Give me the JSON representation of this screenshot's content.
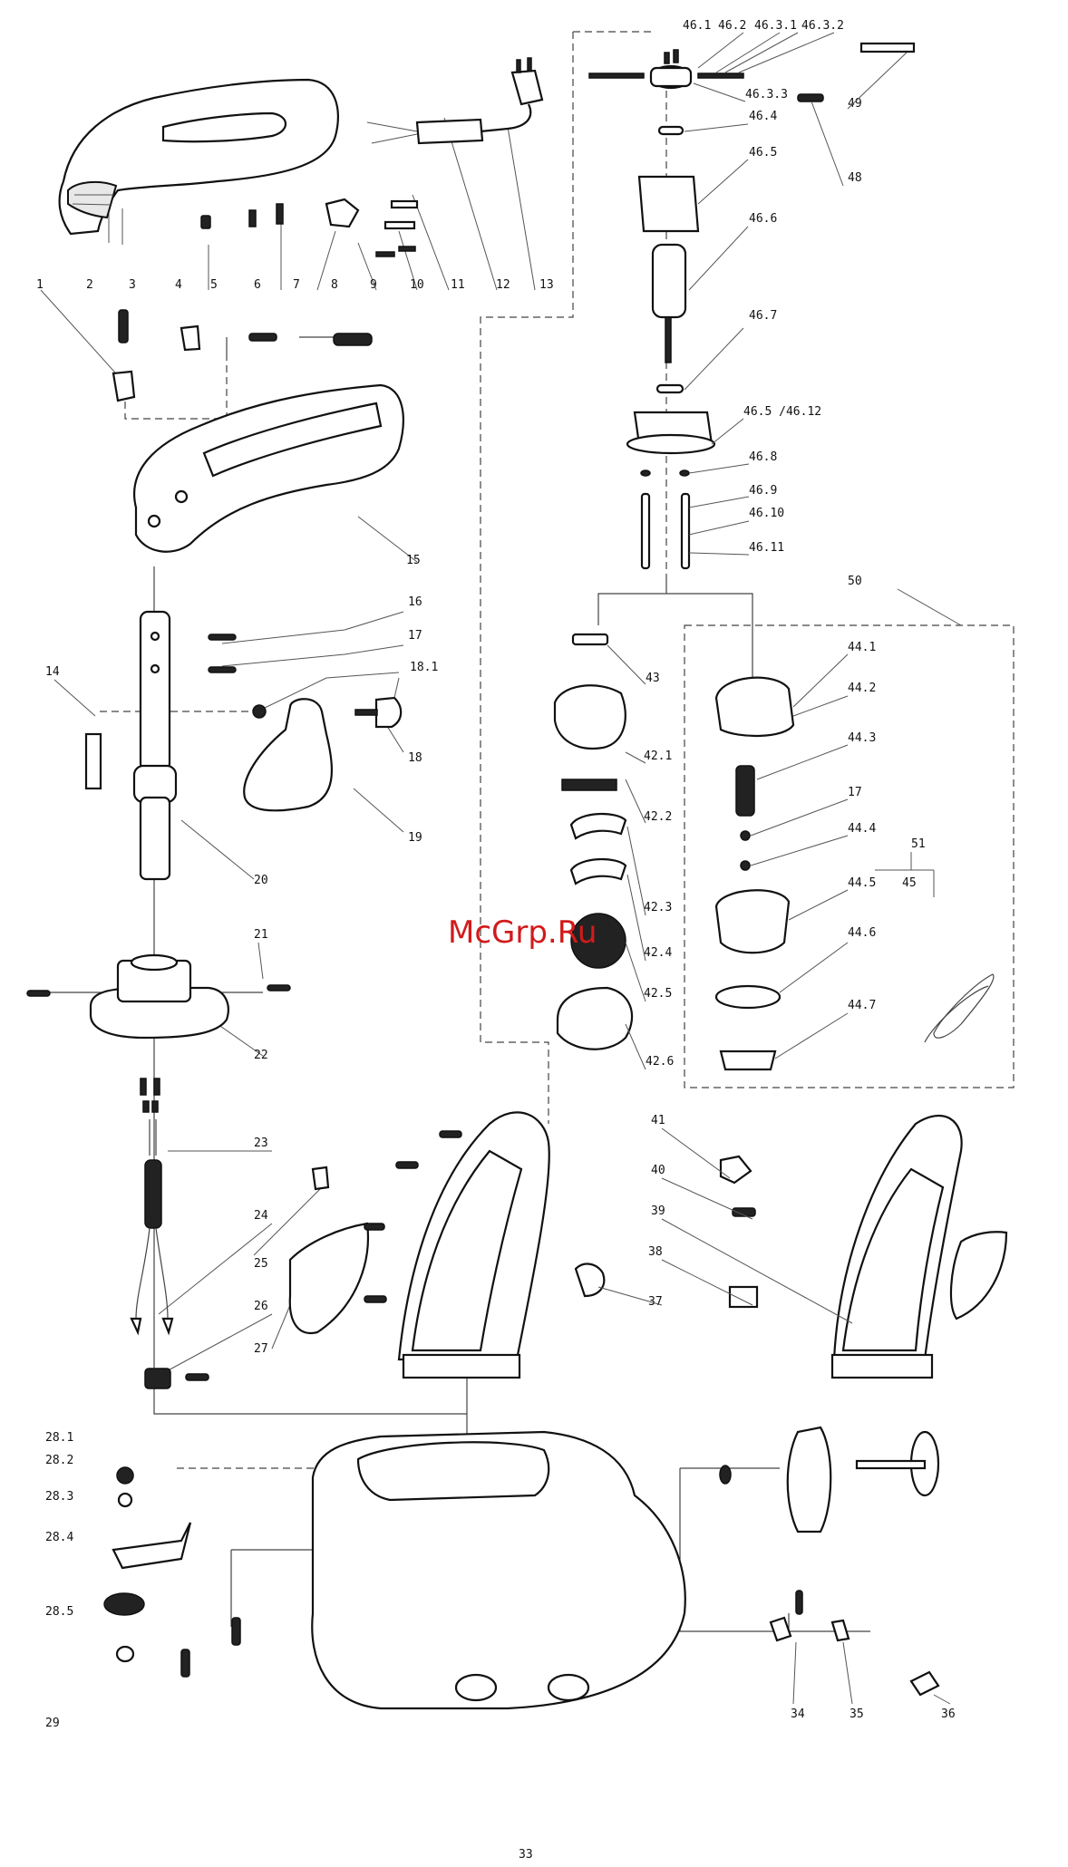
{
  "watermark": "McGrp.Ru",
  "labels": [
    {
      "id": "1",
      "text": "1"
    },
    {
      "id": "2",
      "text": "2"
    },
    {
      "id": "3",
      "text": "3"
    },
    {
      "id": "4",
      "text": "4"
    },
    {
      "id": "5",
      "text": "5"
    },
    {
      "id": "6",
      "text": "6"
    },
    {
      "id": "7",
      "text": "7"
    },
    {
      "id": "8",
      "text": "8"
    },
    {
      "id": "9",
      "text": "9"
    },
    {
      "id": "10",
      "text": "10"
    },
    {
      "id": "11",
      "text": "11"
    },
    {
      "id": "12",
      "text": "12"
    },
    {
      "id": "13",
      "text": "13"
    },
    {
      "id": "14",
      "text": "14"
    },
    {
      "id": "15",
      "text": "15"
    },
    {
      "id": "16",
      "text": "16"
    },
    {
      "id": "17",
      "text": "17"
    },
    {
      "id": "18.1",
      "text": "18.1"
    },
    {
      "id": "18",
      "text": "18"
    },
    {
      "id": "19",
      "text": "19"
    },
    {
      "id": "20",
      "text": "20"
    },
    {
      "id": "21",
      "text": "21"
    },
    {
      "id": "22",
      "text": "22"
    },
    {
      "id": "23",
      "text": "23"
    },
    {
      "id": "24",
      "text": "24"
    },
    {
      "id": "25",
      "text": "25"
    },
    {
      "id": "26",
      "text": "26"
    },
    {
      "id": "27",
      "text": "27"
    },
    {
      "id": "28.1",
      "text": "28.1"
    },
    {
      "id": "28.2",
      "text": "28.2"
    },
    {
      "id": "28.3",
      "text": "28.3"
    },
    {
      "id": "28.4",
      "text": "28.4"
    },
    {
      "id": "28.5",
      "text": "28.5"
    },
    {
      "id": "29",
      "text": "29"
    },
    {
      "id": "33",
      "text": "33"
    },
    {
      "id": "34",
      "text": "34"
    },
    {
      "id": "35",
      "text": "35"
    },
    {
      "id": "36",
      "text": "36"
    },
    {
      "id": "37",
      "text": "37"
    },
    {
      "id": "38",
      "text": "38"
    },
    {
      "id": "39",
      "text": "39"
    },
    {
      "id": "40",
      "text": "40"
    },
    {
      "id": "41",
      "text": "41"
    },
    {
      "id": "42.1",
      "text": "42.1"
    },
    {
      "id": "42.2",
      "text": "42.2"
    },
    {
      "id": "42.3",
      "text": "42.3"
    },
    {
      "id": "42.4",
      "text": "42.4"
    },
    {
      "id": "42.5",
      "text": "42.5"
    },
    {
      "id": "42.6",
      "text": "42.6"
    },
    {
      "id": "43",
      "text": "43"
    },
    {
      "id": "44.1",
      "text": "44.1"
    },
    {
      "id": "44.2",
      "text": "44.2"
    },
    {
      "id": "44.3",
      "text": "44.3"
    },
    {
      "id": "17b",
      "text": "17"
    },
    {
      "id": "44.4",
      "text": "44.4"
    },
    {
      "id": "44.5",
      "text": "44.5"
    },
    {
      "id": "45",
      "text": "45"
    },
    {
      "id": "44.6",
      "text": "44.6"
    },
    {
      "id": "44.7",
      "text": "44.7"
    },
    {
      "id": "50",
      "text": "50"
    },
    {
      "id": "51",
      "text": "51"
    },
    {
      "id": "46.1",
      "text": "46.1"
    },
    {
      "id": "46.2",
      "text": "46.2"
    },
    {
      "id": "46.3.1",
      "text": "46.3.1"
    },
    {
      "id": "46.3.2",
      "text": "46.3.2"
    },
    {
      "id": "46.3.3",
      "text": "46.3.3"
    },
    {
      "id": "46.4",
      "text": "46.4"
    },
    {
      "id": "46.5",
      "text": "46.5"
    },
    {
      "id": "46.6",
      "text": "46.6"
    },
    {
      "id": "46.7",
      "text": "46.7"
    },
    {
      "id": "46.5/46.12",
      "text": "46.5 /46.12"
    },
    {
      "id": "46.8",
      "text": "46.8"
    },
    {
      "id": "46.9",
      "text": "46.9"
    },
    {
      "id": "46.10",
      "text": "46.10"
    },
    {
      "id": "46.11",
      "text": "46.11"
    },
    {
      "id": "48",
      "text": "48"
    },
    {
      "id": "49",
      "text": "49"
    }
  ]
}
